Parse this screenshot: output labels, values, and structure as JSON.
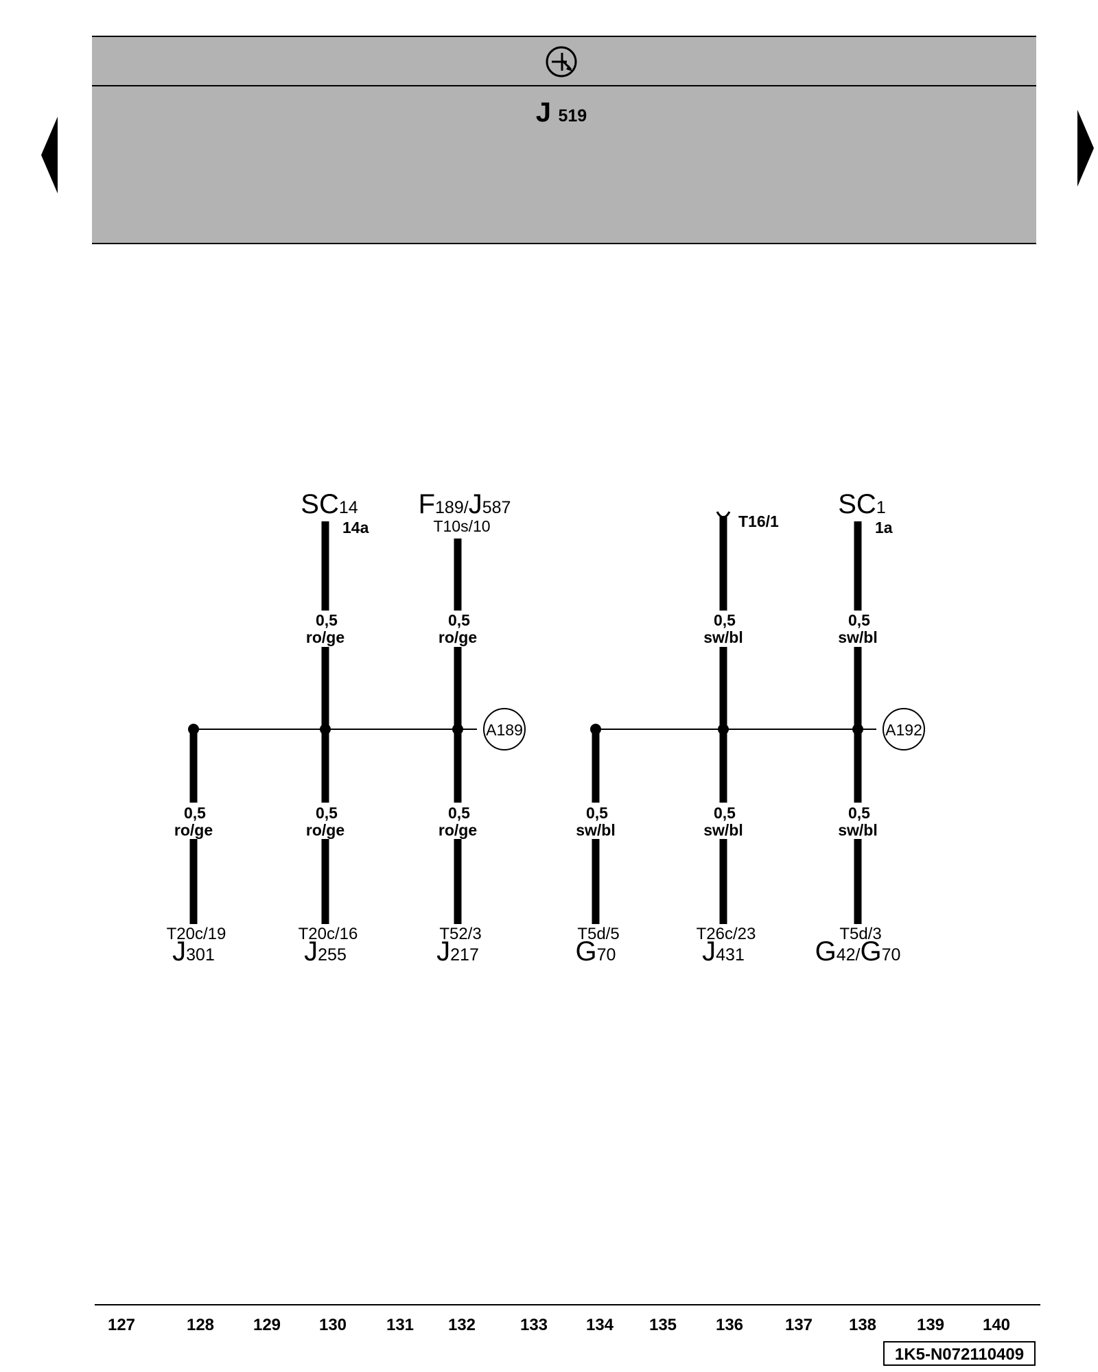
{
  "header": {
    "top_symbol": "ground-transistor-symbol",
    "component_main": "J",
    "component_sub": "519",
    "band_color": "#b3b3b3"
  },
  "navigation": {
    "prev_icon": "triangle-left-icon",
    "next_icon": "triangle-right-icon"
  },
  "groups": [
    {
      "splice": "A189",
      "wires": [
        {
          "top": null,
          "upper_gauge": null,
          "upper_color": null,
          "lower_gauge": "0,5",
          "lower_color": "ro/ge",
          "terminal": "T20c/19",
          "bottom_main": "J",
          "bottom_sub": "301"
        },
        {
          "top": {
            "main": "SC",
            "sub": "14",
            "pin": "14a"
          },
          "upper_gauge": "0,5",
          "upper_color": "ro/ge",
          "lower_gauge": "0,5",
          "lower_color": "ro/ge",
          "terminal": "T20c/16",
          "bottom_main": "J",
          "bottom_sub": "255"
        },
        {
          "top": {
            "main": "F",
            "sub": "189",
            "main2": "J",
            "sub2": "587",
            "pin": "T10s/10"
          },
          "upper_gauge": "0,5",
          "upper_color": "ro/ge",
          "lower_gauge": "0,5",
          "lower_color": "ro/ge",
          "terminal": "T52/3",
          "bottom_main": "J",
          "bottom_sub": "217"
        }
      ]
    },
    {
      "splice": "A192",
      "wires": [
        {
          "top": null,
          "upper_gauge": null,
          "upper_color": null,
          "lower_gauge": "0,5",
          "lower_color": "sw/bl",
          "terminal": "T5d/5",
          "bottom_main": "G",
          "bottom_sub": "70"
        },
        {
          "top": {
            "connector": "T16/1"
          },
          "upper_gauge": "0,5",
          "upper_color": "sw/bl",
          "lower_gauge": "0,5",
          "lower_color": "sw/bl",
          "terminal": "T26c/23",
          "bottom_main": "J",
          "bottom_sub": "431"
        },
        {
          "top": {
            "main": "SC",
            "sub": "1",
            "pin": "1a"
          },
          "upper_gauge": "0,5",
          "upper_color": "sw/bl",
          "lower_gauge": "0,5",
          "lower_color": "sw/bl",
          "terminal": "T5d/3",
          "bottom_main": "G",
          "bottom_sub": "42",
          "bottom_main2": "G",
          "bottom_sub2": "70"
        }
      ]
    }
  ],
  "footer": {
    "tracks": [
      "127",
      "128",
      "129",
      "130",
      "131",
      "132",
      "133",
      "134",
      "135",
      "136",
      "137",
      "138",
      "139",
      "140"
    ],
    "doc_id": "1K5-N072110409"
  }
}
